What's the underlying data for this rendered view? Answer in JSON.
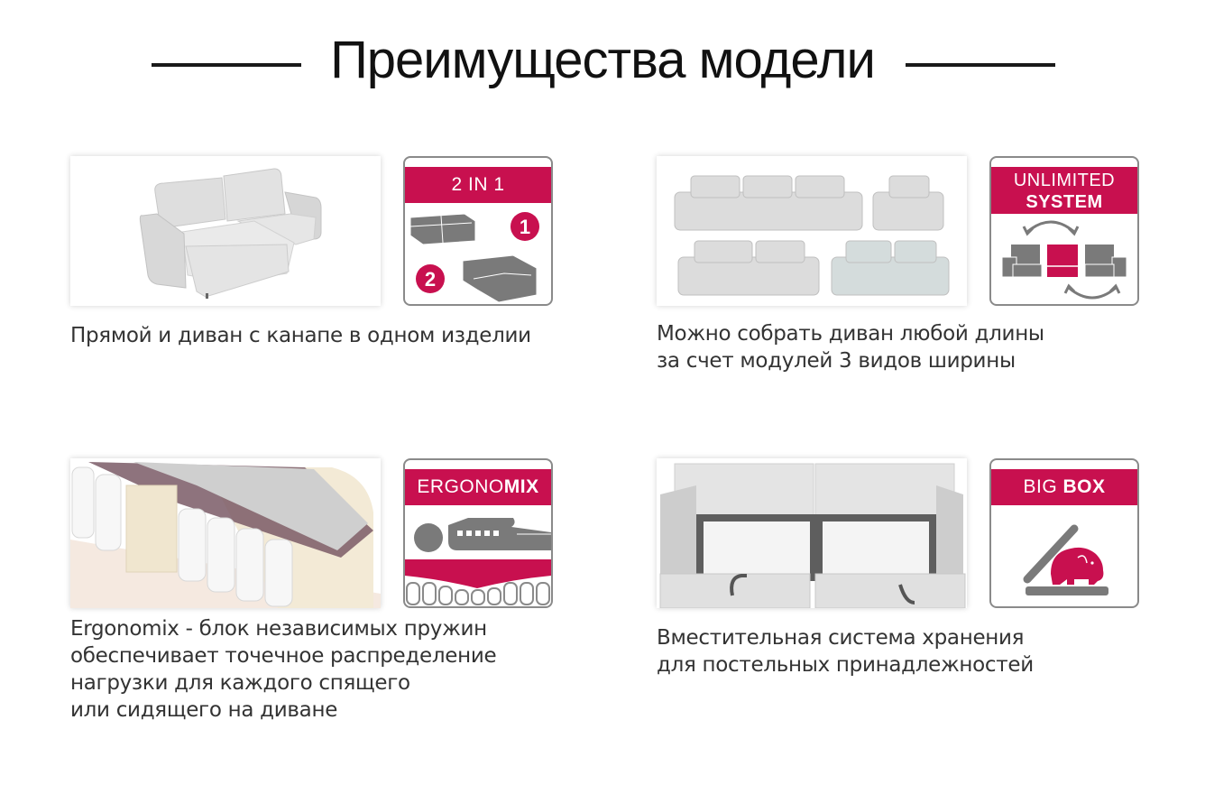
{
  "page": {
    "title": "Преимущества модели",
    "accent_color": "#c8104f",
    "icon_gray": "#7a7a7a"
  },
  "features": [
    {
      "id": "two-in-one",
      "photo": "corner-sofa-with-chaise-photo",
      "badge": {
        "label": "2 IN 1",
        "icon": "sofa-transform-icon",
        "numbers": [
          "1",
          "2"
        ]
      },
      "caption_lines": [
        "Прямой и диван с канапе в одном изделии"
      ]
    },
    {
      "id": "unlimited-system",
      "photo": "modular-sofas-photo",
      "badge": {
        "label_light": "UNLIMITED",
        "label_bold": "SYSTEM",
        "icon": "modules-swap-icon"
      },
      "caption_lines": [
        "Можно собрать диван любой длины",
        "за счет модулей 3 видов ширины"
      ]
    },
    {
      "id": "ergonomix",
      "photo": "pocket-spring-mattress-photo",
      "badge": {
        "label_light": "ERGONO",
        "label_bold": "MIX",
        "icon": "sleeping-person-springs-icon"
      },
      "caption_lines": [
        "Ergonomix - блок независимых пружин",
        "обеспечивает точечное распределение",
        "нагрузки для каждого спящего",
        "или сидящего на диване"
      ]
    },
    {
      "id": "big-box",
      "photo": "storage-box-photo",
      "badge": {
        "label_light": "BIG ",
        "label_bold": "BOX",
        "icon": "elephant-in-box-icon"
      },
      "caption_lines": [
        "Вместительная система хранения",
        "для постельных принадлежностей"
      ]
    }
  ]
}
